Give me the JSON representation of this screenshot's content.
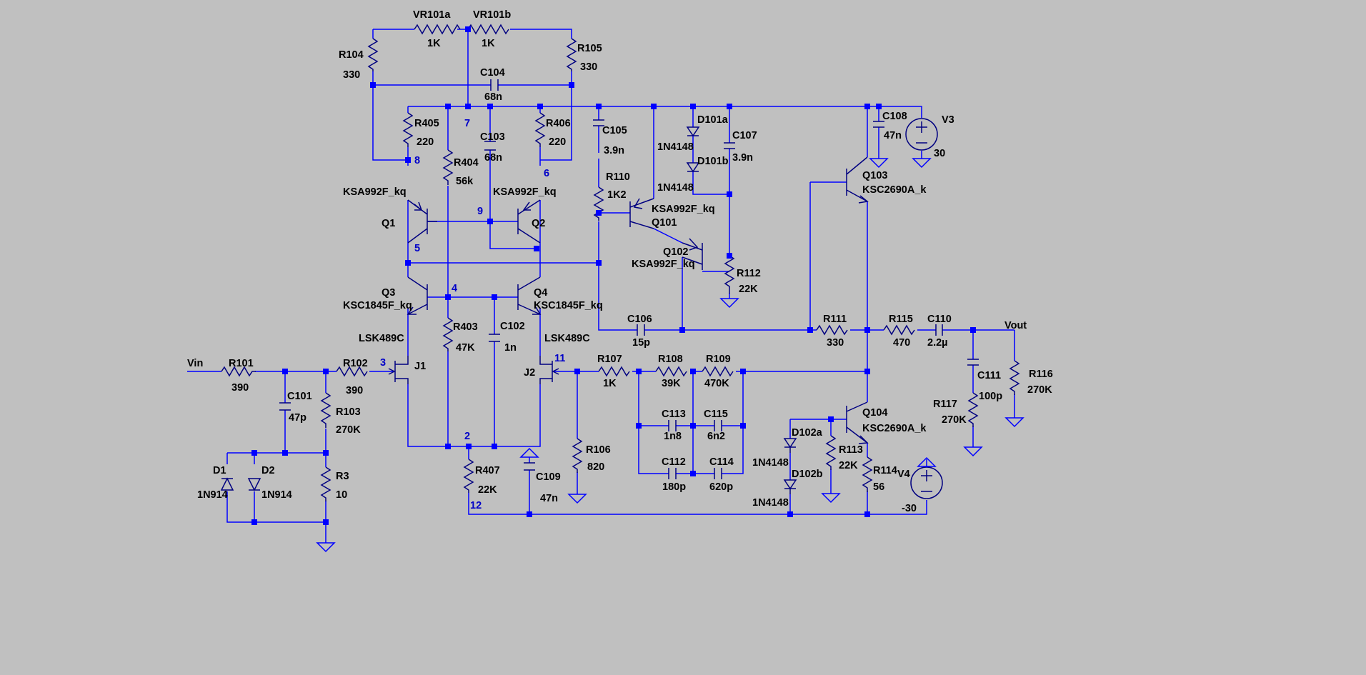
{
  "nets": {
    "n2": "2",
    "n3": "3",
    "n4": "4",
    "n5": "5",
    "n6": "6",
    "n7": "7",
    "n8": "8",
    "n9": "9",
    "n11": "11",
    "n12": "12",
    "vin": "Vin",
    "vout": "Vout"
  },
  "components": {
    "VR101a": {
      "name": "VR101a",
      "value": "1K"
    },
    "VR101b": {
      "name": "VR101b",
      "value": "1K"
    },
    "R104": {
      "name": "R104",
      "value": "330"
    },
    "R105": {
      "name": "R105",
      "value": "330"
    },
    "C104": {
      "name": "C104",
      "value": "68n"
    },
    "R405": {
      "name": "R405",
      "value": "220"
    },
    "R406": {
      "name": "R406",
      "value": "220"
    },
    "R404": {
      "name": "R404",
      "value": "56k"
    },
    "C103": {
      "name": "C103",
      "value": "68n"
    },
    "Q1": {
      "name": "Q1",
      "value": "KSA992F_kq"
    },
    "Q2": {
      "name": "Q2",
      "value": "KSA992F_kq"
    },
    "Q3": {
      "name": "Q3",
      "value": "KSC1845F_kq"
    },
    "Q4": {
      "name": "Q4",
      "value": "KSC1845F_kq"
    },
    "R403": {
      "name": "R403",
      "value": "47K"
    },
    "C102": {
      "name": "C102",
      "value": "1n"
    },
    "J1": {
      "name": "J1",
      "value": "LSK489C"
    },
    "J2": {
      "name": "J2",
      "value": "LSK489C"
    },
    "R407": {
      "name": "R407",
      "value": "22K"
    },
    "C109": {
      "name": "C109",
      "value": "47n"
    },
    "R101": {
      "name": "R101",
      "value": "390"
    },
    "R102": {
      "name": "R102",
      "value": "390"
    },
    "C101": {
      "name": "C101",
      "value": "47p"
    },
    "R103": {
      "name": "R103",
      "value": "270K"
    },
    "R3": {
      "name": "R3",
      "value": "10"
    },
    "D1": {
      "name": "D1",
      "value": "1N914"
    },
    "D2": {
      "name": "D2",
      "value": "1N914"
    },
    "C105": {
      "name": "C105",
      "value": "3.9n"
    },
    "R110": {
      "name": "R110",
      "value": "1K2"
    },
    "Q101": {
      "name": "Q101",
      "value": "KSA992F_kq"
    },
    "Q102": {
      "name": "Q102",
      "value": "KSA992F_kq"
    },
    "D101a": {
      "name": "D101a",
      "value": "1N4148"
    },
    "D101b": {
      "name": "D101b",
      "value": "1N4148"
    },
    "C107": {
      "name": "C107",
      "value": "3.9n"
    },
    "R112": {
      "name": "R112",
      "value": "22K"
    },
    "C106": {
      "name": "C106",
      "value": "15p"
    },
    "C108": {
      "name": "C108",
      "value": "47n"
    },
    "V3": {
      "name": "V3",
      "value": "30"
    },
    "Q103": {
      "name": "Q103",
      "value": "KSC2690A_k"
    },
    "Q104": {
      "name": "Q104",
      "value": "KSC2690A_k"
    },
    "R111": {
      "name": "R111",
      "value": "330"
    },
    "R115": {
      "name": "R115",
      "value": "470"
    },
    "C110": {
      "name": "C110",
      "value": "2.2µ"
    },
    "C111": {
      "name": "C111",
      "value": "100p"
    },
    "R116": {
      "name": "R116",
      "value": "270K"
    },
    "R117": {
      "name": "R117",
      "value": "270K"
    },
    "R107": {
      "name": "R107",
      "value": "1K"
    },
    "R108": {
      "name": "R108",
      "value": "39K"
    },
    "R109": {
      "name": "R109",
      "value": "470K"
    },
    "R106": {
      "name": "R106",
      "value": "820"
    },
    "C113": {
      "name": "C113",
      "value": "1n8"
    },
    "C115": {
      "name": "C115",
      "value": "6n2"
    },
    "C112": {
      "name": "C112",
      "value": "180p"
    },
    "C114": {
      "name": "C114",
      "value": "620p"
    },
    "D102a": {
      "name": "D102a",
      "value": "1N4148"
    },
    "D102b": {
      "name": "D102b",
      "value": "1N4148"
    },
    "R113": {
      "name": "R113",
      "value": "22K"
    },
    "R114": {
      "name": "R114",
      "value": "56"
    },
    "V4": {
      "name": "V4",
      "value": "-30"
    }
  },
  "colors": {
    "background": "#c0c0c0",
    "wire": "#0000ff",
    "label": "#000000",
    "net_label": "#0000c8"
  }
}
